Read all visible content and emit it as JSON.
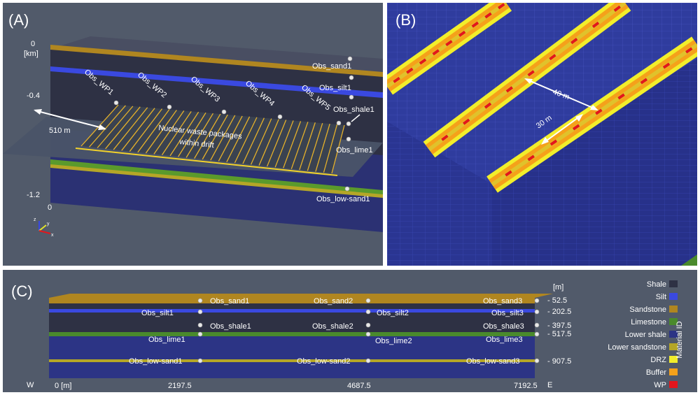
{
  "colors": {
    "background": "#515a6a",
    "shale": "#2e3144",
    "silt": "#3a49e0",
    "sandstone": "#b08620",
    "limestone": "#4a8a2c",
    "lower_shale": "#2c3485",
    "lower_sandstone": "#b5a627",
    "drz": "#f2ee2b",
    "buffer": "#f5a11a",
    "wp": "#e3161c"
  },
  "panel_a": {
    "label": "(A)",
    "depth_axis": {
      "unit": "[km]",
      "ticks": [
        "0",
        "-0.4",
        "-1.2"
      ],
      "bottom_zero": "0"
    },
    "waste_packages": [
      "Obs_WP1",
      "Obs_WP2",
      "Obs_WP3",
      "Obs_WP4",
      "Obs_WP5"
    ],
    "observation_points": [
      "Obs_sand1",
      "Obs_silt1",
      "Obs_shale1",
      "Obs_lime1",
      "Obs_low-sand1"
    ],
    "distance": "510 m",
    "annotation_line1": "Nuclear waste packages",
    "annotation_line2": "within drift",
    "axes_triad": [
      "z",
      "y",
      "x"
    ]
  },
  "panel_b": {
    "label": "(B)",
    "spacing_drift": "40 m",
    "spacing_package": "30 m"
  },
  "panel_c": {
    "label": "(C)",
    "west": "W",
    "east": "E",
    "x_ticks": [
      "0 [m]",
      "2197.5",
      "4687.5",
      "7192.5"
    ],
    "depth_unit": "[m]",
    "depth_ticks": [
      "- 52.5",
      "- 202.5",
      "- 397.5",
      "- 517.5",
      "- 907.5"
    ],
    "obs_columns": [
      [
        "Obs_sand1",
        "Obs_silt1",
        "Obs_shale1",
        "Obs_lime1",
        "Obs_low-sand1"
      ],
      [
        "Obs_sand2",
        "Obs_silt2",
        "Obs_shale2",
        "Obs_lime2",
        "Obs_low-sand2"
      ],
      [
        "Obs_sand3",
        "Obs_silt3",
        "Obs_shale3",
        "Obs_lime3",
        "Obs_low-sand3"
      ]
    ]
  },
  "legend": {
    "title": "Material ID",
    "items": [
      {
        "label": "Shale",
        "color": "#2e3144"
      },
      {
        "label": "Silt",
        "color": "#3a49e0"
      },
      {
        "label": "Sandstone",
        "color": "#b08620"
      },
      {
        "label": "Limestone",
        "color": "#4a8a2c"
      },
      {
        "label": "Lower shale",
        "color": "#2c3485"
      },
      {
        "label": "Lower sandstone",
        "color": "#b5a627"
      },
      {
        "label": "DRZ",
        "color": "#f2ee2b"
      },
      {
        "label": "Buffer",
        "color": "#f5a11a"
      },
      {
        "label": "WP",
        "color": "#e3161c"
      }
    ]
  }
}
